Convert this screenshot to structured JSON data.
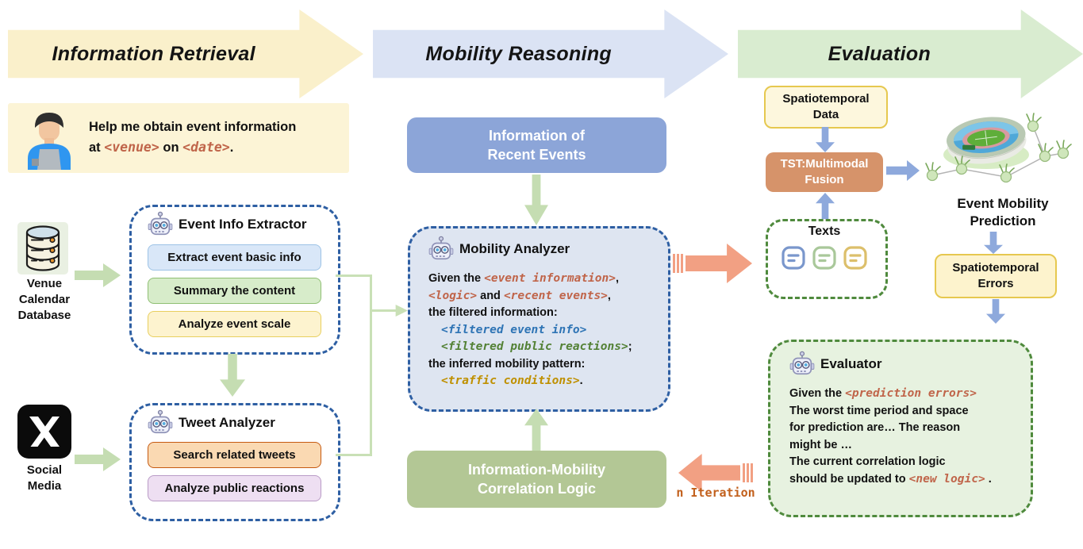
{
  "banners": {
    "information_retrieval": "Information Retrieval",
    "mobility_reasoning": "Mobility Reasoning",
    "evaluation": "Evaluation"
  },
  "user_prompt": {
    "line1": "Help me obtain event information",
    "line2_pre": "at ",
    "venue_token": "<venue>",
    "line2_mid": " on ",
    "date_token": "<date>",
    "line2_end": "."
  },
  "sources": {
    "venue_db_label": "Venue\nCalendar\nDatabase",
    "social_media_label": "Social\nMedia"
  },
  "event_info_extractor": {
    "title": "Event Info Extractor",
    "tasks": [
      {
        "label": "Extract event basic info"
      },
      {
        "label": "Summary the content"
      },
      {
        "label": "Analyze event scale"
      }
    ]
  },
  "tweet_analyzer": {
    "title": "Tweet Analyzer",
    "tasks": [
      {
        "label": "Search related tweets"
      },
      {
        "label": "Analyze public reactions"
      }
    ]
  },
  "recent_events_box": "Information of\nRecent Events",
  "mobility_analyzer": {
    "title": "Mobility Analyzer",
    "lines": [
      [
        {
          "text": "Given the ",
          "color": "plain"
        },
        {
          "text": "<event information>",
          "color": "accent"
        },
        {
          "text": ",",
          "color": "plain"
        }
      ],
      [
        {
          "text": "<logic>",
          "color": "accent"
        },
        {
          "text": " and ",
          "color": "plain"
        },
        {
          "text": "<recent events>",
          "color": "accent"
        },
        {
          "text": ",",
          "color": "plain"
        }
      ],
      [
        {
          "text": "the filtered information:",
          "color": "plain"
        }
      ],
      [
        {
          "text": "<filtered event info>",
          "color": "blue"
        }
      ],
      [
        {
          "text": "<filtered public reactions>",
          "color": "green"
        },
        {
          "text": ";",
          "color": "plain"
        }
      ],
      [
        {
          "text": "the inferred mobility pattern:",
          "color": "plain"
        }
      ],
      [
        {
          "text": "<traffic conditions>",
          "color": "gold"
        },
        {
          "text": ".",
          "color": "plain"
        }
      ]
    ]
  },
  "correlation_box": "Information-Mobility\nCorrelation Logic",
  "iteration_label": "n Iteration",
  "evaluation_column": {
    "spatiotemporal_data": "Spatiotemporal\nData",
    "tst_fusion": "TST:Multimodal\nFusion",
    "texts_title": "Texts",
    "event_mobility_prediction": "Event Mobility\nPrediction",
    "spatiotemporal_errors": "Spatiotemporal\nErrors",
    "evaluator": {
      "title": "Evaluator",
      "lines": [
        [
          {
            "text": "Given the ",
            "color": "plain"
          },
          {
            "text": "<prediction errors>",
            "color": "accent"
          }
        ],
        [
          {
            "text": "The worst time period and space",
            "color": "plain"
          }
        ],
        [
          {
            "text": "for prediction are… The reason",
            "color": "plain"
          }
        ],
        [
          {
            "text": "might be …",
            "color": "plain"
          }
        ],
        [
          {
            "text": "The current correlation logic",
            "color": "plain"
          }
        ],
        [
          {
            "text": "should be updated to ",
            "color": "plain"
          },
          {
            "text": "<new logic>",
            "color": "accent"
          },
          {
            "text": " .",
            "color": "plain"
          }
        ]
      ]
    }
  },
  "icons": {
    "user_avatar": "user-avatar-icon",
    "database": "database-icon",
    "x_logo": "x-social-logo-icon",
    "robot": "robot-agent-icon",
    "document": "text-document-icon",
    "stadium": "stadium-illustration",
    "grass_node": "grass-node-icon"
  },
  "colors": {
    "banner_yellow": "#faf0cb",
    "banner_blue": "#dbe3f4",
    "banner_green": "#d9ecd0",
    "arrow_green": "#c5ddb2",
    "arrow_blue": "#8ea9dc",
    "arrow_salmon": "#f2a083",
    "dashed_blue_border": "#2e5fa3",
    "dashed_green_border": "#4f8a3d",
    "accent_orange": "#c0654a",
    "accent_blue": "#2e74b5",
    "accent_green": "#538135",
    "accent_gold": "#bf9000",
    "recent_events_fill": "#8ca5d8",
    "correlation_fill": "#b3c795",
    "tst_fill": "#d6936a"
  }
}
